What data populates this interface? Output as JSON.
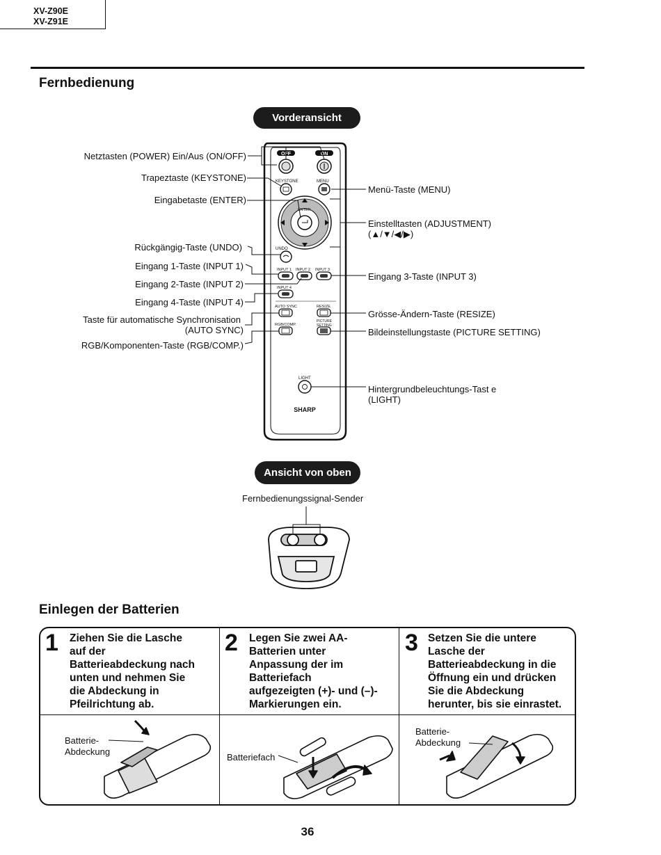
{
  "header": {
    "model_1": "XV-Z90E",
    "model_2": "XV-Z91E"
  },
  "remote_section": {
    "title": "Fernbedienung",
    "front_view_label": "Vorderansicht",
    "left_labels": {
      "power": "Netztasten (POWER) Ein/Aus (ON/OFF)",
      "keystone": "Trapeztaste (KEYSTONE)",
      "enter": "Eingabetaste (ENTER)",
      "undo": "Rückgängig-Taste (UNDO)",
      "input1": "Eingang 1-Taste (INPUT 1)",
      "input2": "Eingang 2-Taste (INPUT 2)",
      "input4": "Eingang 4-Taste (INPUT 4)",
      "autosync_1": "Taste für automatische Synchronisation",
      "autosync_2": "(AUTO SYNC)",
      "rgbcomp": "RGB/Komponenten-Taste (RGB/COMP.)"
    },
    "right_labels": {
      "menu": "Menü-Taste (MENU)",
      "adjust_1": "Einstelltasten (ADJUSTMENT)",
      "adjust_2": "(▲/▼/◀/▶)",
      "input3": "Eingang 3-Taste (INPUT 3)",
      "resize": "Grösse-Ändern-Taste (RESIZE)",
      "picture": "Bildeinstellungstaste (PICTURE SETTING)",
      "light_1": "Hintergrundbeleuchtungs-Tast e",
      "light_2": "(LIGHT)"
    },
    "remote_text": {
      "off": "OFF",
      "on": "ON",
      "keystone": "KEYSTONE",
      "menu": "MENU",
      "enter": "ENTER",
      "undo": "UNDO",
      "input1": "INPUT 1",
      "input2": "INPUT 2",
      "input3": "INPUT 3",
      "input4": "INPUT 4",
      "autosync": "AUTO SYNC",
      "resize": "RESIZE",
      "picture_1": "PICTURE",
      "picture_2": "SETTING",
      "rgbcomp": "RGB/COMP.",
      "light": "LIGHT",
      "brand": "SHARP"
    },
    "top_view_label": "Ansicht von oben",
    "transmitter_label": "Fernbedienungssignal-Sender"
  },
  "battery_section": {
    "title": "Einlegen der Batterien",
    "steps": [
      {
        "number": "1",
        "text_lines": [
          "Ziehen Sie die Lasche",
          "auf der",
          "Batterieabdeckung nach",
          "unten und nehmen Sie",
          "die Abdeckung in",
          "Pfeilrichtung ab."
        ],
        "label_lines": [
          "Batterie-",
          "Abdeckung"
        ]
      },
      {
        "number": "2",
        "text_lines": [
          "Legen Sie zwei AA-",
          "Batterien unter",
          "Anpassung der im",
          "Batteriefach",
          "aufgezeigten (+)- und (–)-",
          "Markierungen ein."
        ],
        "label_lines": [
          "Batteriefach"
        ]
      },
      {
        "number": "3",
        "text_lines": [
          "Setzen Sie die untere",
          "Lasche der",
          "Batterieabdeckung in die",
          "Öffnung ein und drücken",
          "Sie die Abdeckung",
          "herunter, bis sie einrastet."
        ],
        "label_lines": [
          "Batterie-",
          "Abdeckung"
        ]
      }
    ]
  },
  "footer": {
    "page_number": "36"
  }
}
